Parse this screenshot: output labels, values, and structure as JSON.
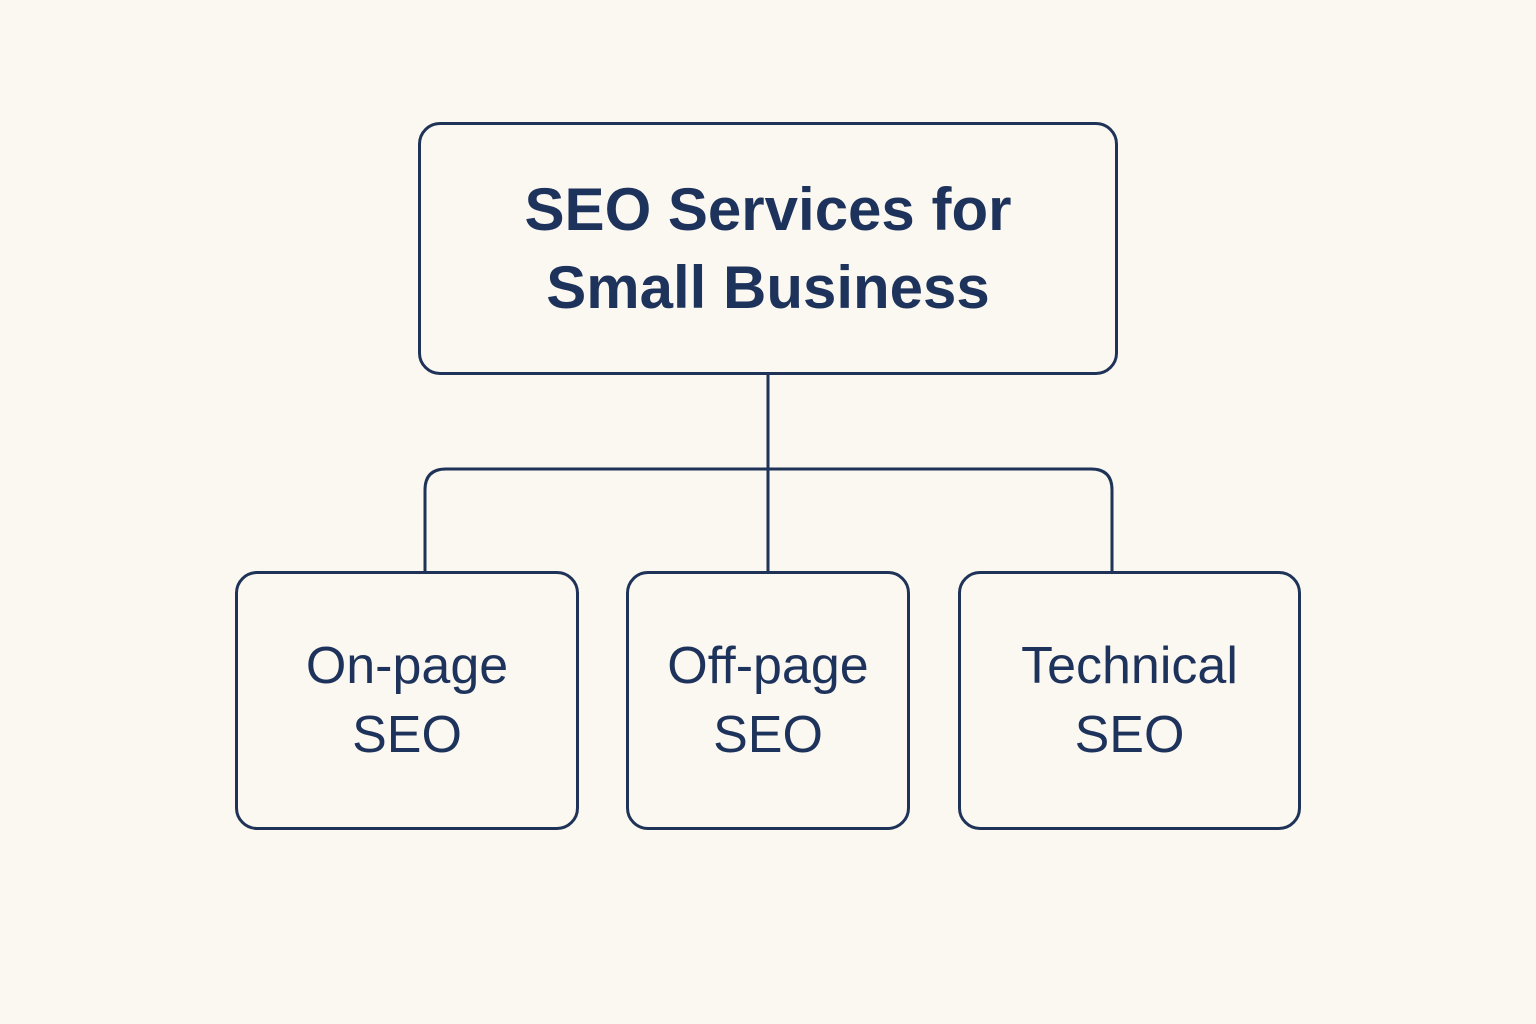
{
  "diagram": {
    "root": {
      "line1": "SEO Services for",
      "line2": "Small Business"
    },
    "children": [
      {
        "line1": "On-page",
        "line2": "SEO"
      },
      {
        "line1": "Off-page",
        "line2": "SEO"
      },
      {
        "line1": "Technical",
        "line2": "SEO"
      }
    ],
    "colors": {
      "background": "#fbf7f1",
      "stroke": "#1f3358",
      "text": "#1e335b"
    }
  }
}
